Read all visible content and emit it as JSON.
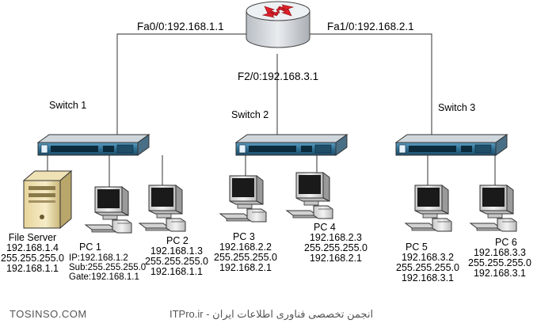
{
  "router": {
    "interfaces": [
      {
        "id": "fa0",
        "label": "Fa0/0:192.168.1.1"
      },
      {
        "id": "fa1",
        "label": "Fa1/0:192.168.2.1"
      },
      {
        "id": "f2",
        "label": "F2/0:192.168.3.1"
      }
    ]
  },
  "switches": [
    {
      "id": "sw1",
      "label": "Switch 1"
    },
    {
      "id": "sw2",
      "label": "Switch 2"
    },
    {
      "id": "sw3",
      "label": "Switch 3"
    }
  ],
  "hosts": {
    "file_server": {
      "name": "File Server",
      "lines": [
        "192.168.1.4",
        "255.255.255.0",
        "192.168.1.1"
      ]
    },
    "pc1": {
      "name": "PC 1",
      "lines": [
        "IP:192.168.1.2",
        "Sub:255.255.255.0",
        "Gate:192.168.1.1"
      ]
    },
    "pc2": {
      "name": "PC 2",
      "lines": [
        "192.168.1.3",
        "255.255.255.0",
        "192.168.1.1"
      ]
    },
    "pc3": {
      "name": "PC 3",
      "lines": [
        "192.168.2.2",
        "255.255.255.0",
        "192.168.2.1"
      ]
    },
    "pc4": {
      "name": "PC 4",
      "lines": [
        "192.168.2.3",
        "255.255.255.0",
        "192.168.2.1"
      ]
    },
    "pc5": {
      "name": "PC 5",
      "lines": [
        "192.168.3.2",
        "255.255.255.0",
        "192.168.3.1"
      ]
    },
    "pc6": {
      "name": "PC 6",
      "lines": [
        "192.168.3.3",
        "255.255.255.0",
        "192.168.3.1"
      ]
    }
  },
  "footer": {
    "left": "TOSINSO.COM",
    "right": "ITPro.ir - انجمن تخصصی فناوری اطلاعات ایران"
  },
  "colors": {
    "router_body": "#d9dde2",
    "router_arrows": "#e0202a",
    "switch_body": "#2f6f94",
    "link": "#555555"
  }
}
